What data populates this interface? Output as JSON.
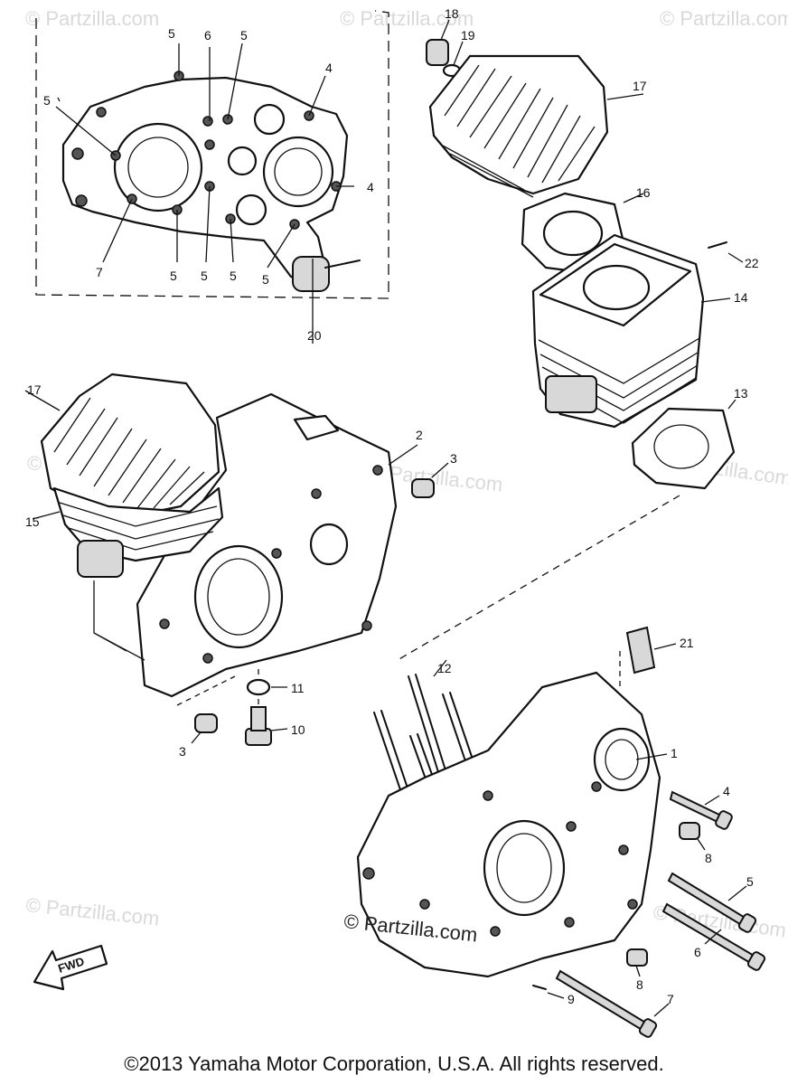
{
  "watermark": {
    "text": "© Partzilla.com",
    "center_text": "© Partzilla.com"
  },
  "fwd_label": "FWD",
  "copyright": "©2013 Yamaha Motor Corporation, U.S.A. All rights reserved.",
  "callouts": {
    "inset": [
      "5",
      "6",
      "5",
      "4",
      "5",
      "4",
      "7",
      "5",
      "5",
      "5",
      "5"
    ],
    "head_top": [
      "18",
      "19",
      "17"
    ],
    "gasket_16": "16",
    "pin_22": "22",
    "cylinder_14": "14",
    "gasket_13": "13",
    "plug_20": "20",
    "head_left": "17",
    "cyl_left": "15",
    "case_2": "2",
    "dowel_3a": "3",
    "nut_11": "11",
    "bolt_10": "10",
    "dowel_3b": "3",
    "studs_12": "12",
    "cover_21": "21",
    "case_1": "1",
    "bolt_4": "4",
    "dowel_8a": "8",
    "bolt_5": "5",
    "bolt_6": "6",
    "dowel_8b": "8",
    "pin_9": "9",
    "bolt_7": "7"
  }
}
